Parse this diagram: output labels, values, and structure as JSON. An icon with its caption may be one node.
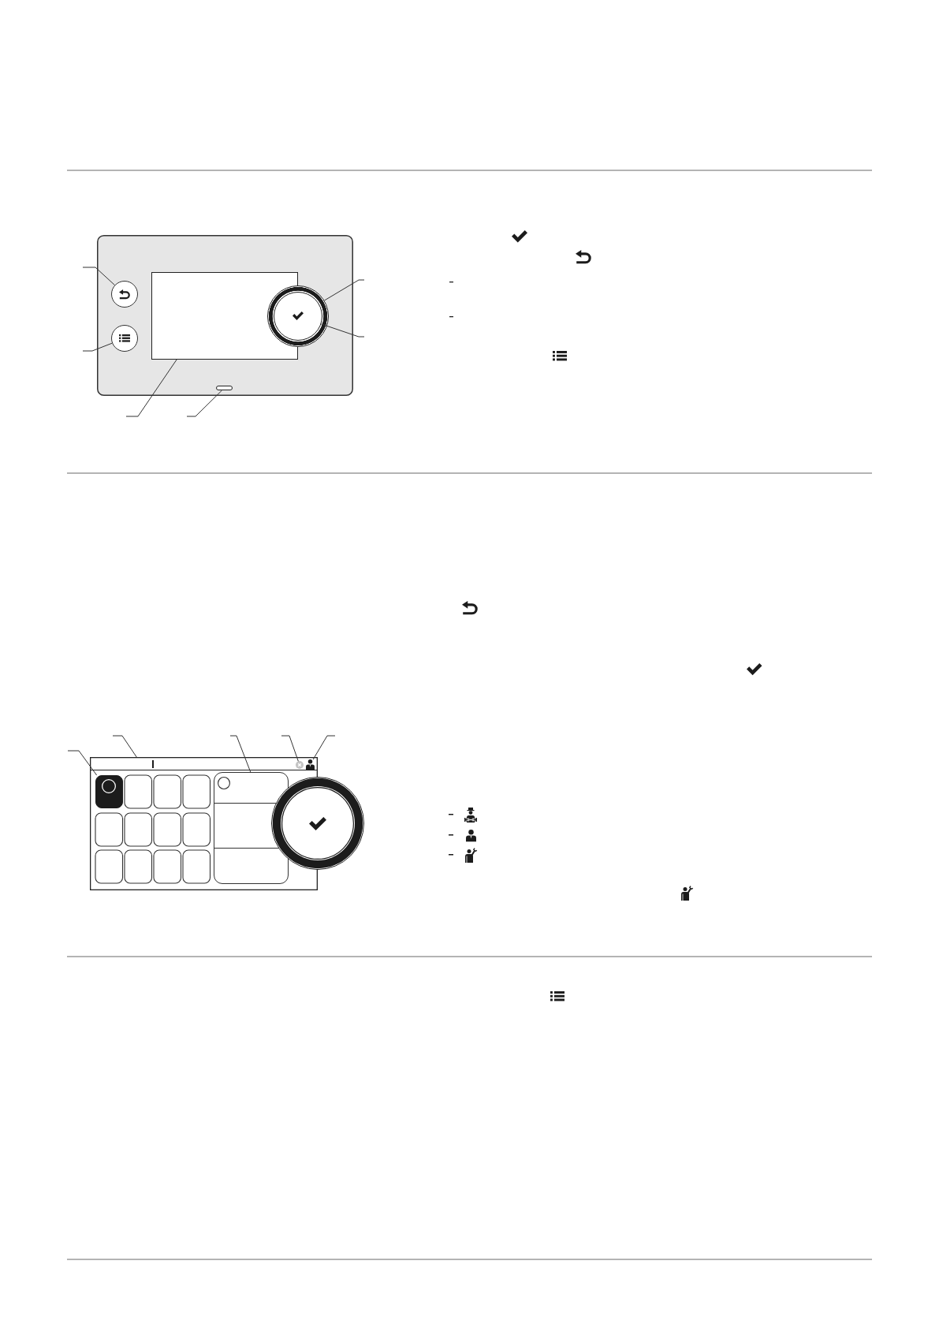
{
  "diagram": {
    "nodes": [
      {
        "text": [],
        "shape": "circle"
      },
      {
        "text": [],
        "shape": "circle"
      },
      {
        "text": [],
        "shape": "box"
      },
      {
        "text": [],
        "shape": "bar"
      },
      {
        "text": [],
        "shape": "circle"
      },
      {
        "text": [],
        "shape": "circle",
        "in": 4
      },
      {
        "text": [],
        "shape": "box"
      },
      {
        "text": [],
        "shape": "box"
      },
      {
        "text": [],
        "shape": "box"
      },
      {
        "text": [],
        "shape": "circle",
        "in": 6
      },
      {
        "text": [],
        "shape": "person",
        "in": 6
      }
    ],
    "edges": [
      {
        "from": null,
        "to": 0,
        "arrow": "none"
      },
      {
        "from": null,
        "to": 1,
        "arrow": "none"
      },
      {
        "from": null,
        "to": 4,
        "arrow": "none"
      },
      {
        "from": null,
        "to": 5,
        "arrow": "none"
      },
      {
        "from": null,
        "to": 2,
        "arrow": "none"
      },
      {
        "from": null,
        "to": 3,
        "arrow": "none"
      },
      {
        "from": null,
        "to": 7,
        "arrow": "none"
      },
      {
        "from": null,
        "to": 6,
        "arrow": "none"
      },
      {
        "from": null,
        "to": 8,
        "arrow": "none"
      },
      {
        "from": null,
        "to": 9,
        "arrow": "none"
      },
      {
        "from": null,
        "to": 10,
        "arrow": "none"
      }
    ]
  }
}
